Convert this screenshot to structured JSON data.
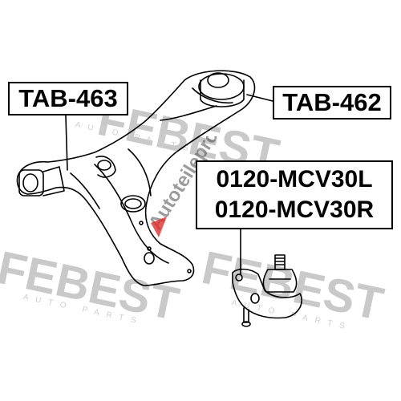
{
  "labels": {
    "tab463": "TAB-463",
    "tab462": "TAB-462",
    "ball_left": "0120-MCV30L",
    "ball_right": "0120-MCV30R"
  },
  "watermarks": {
    "brand": "FEBEST",
    "subtitle": "AUTO PARTS",
    "shop": "Autoteileprofi"
  },
  "colors": {
    "line": "#000000",
    "watermark": "#c9c9c9",
    "shop_red": "#e03030"
  }
}
